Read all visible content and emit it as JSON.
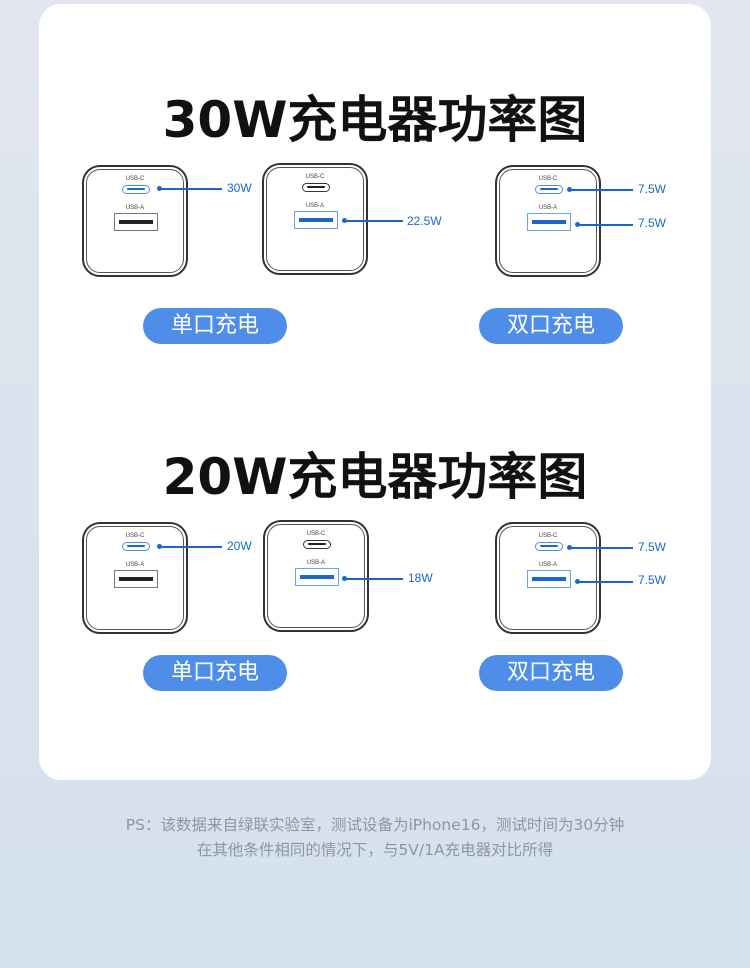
{
  "sections": [
    {
      "title": "30W充电器功率图",
      "single": {
        "pill_label": "单口充电",
        "c_only": {
          "usb_c_label": "USB-C",
          "usb_a_label": "USB-A",
          "usb_c_power": "30W"
        },
        "a_only": {
          "usb_c_label": "USB-C",
          "usb_a_label": "USB-A",
          "usb_a_power": "22.5W"
        }
      },
      "dual": {
        "pill_label": "双口充电",
        "usb_c_label": "USB-C",
        "usb_a_label": "USB-A",
        "usb_c_power": "7.5W",
        "usb_a_power": "7.5W"
      }
    },
    {
      "title": "20W充电器功率图",
      "single": {
        "pill_label": "单口充电",
        "c_only": {
          "usb_c_label": "USB-C",
          "usb_a_label": "USB-A",
          "usb_c_power": "20W"
        },
        "a_only": {
          "usb_c_label": "USB-C",
          "usb_a_label": "USB-A",
          "usb_a_power": "18W"
        }
      },
      "dual": {
        "pill_label": "双口充电",
        "usb_c_label": "USB-C",
        "usb_a_label": "USB-A",
        "usb_c_power": "7.5W",
        "usb_a_power": "7.5W"
      }
    }
  ],
  "footnote": {
    "line1": "PS：该数据来自绿联实验室，测试设备为iPhone16，测试时间为30分钟",
    "line2": "在其他条件相同的情况下，与5V/1A充电器对比所得"
  },
  "colors": {
    "accent": "#1b66cc",
    "pill": "#4f8ee8",
    "background": "#d8e2ee",
    "card": "#ffffff",
    "footnote": "#8d96a3"
  }
}
